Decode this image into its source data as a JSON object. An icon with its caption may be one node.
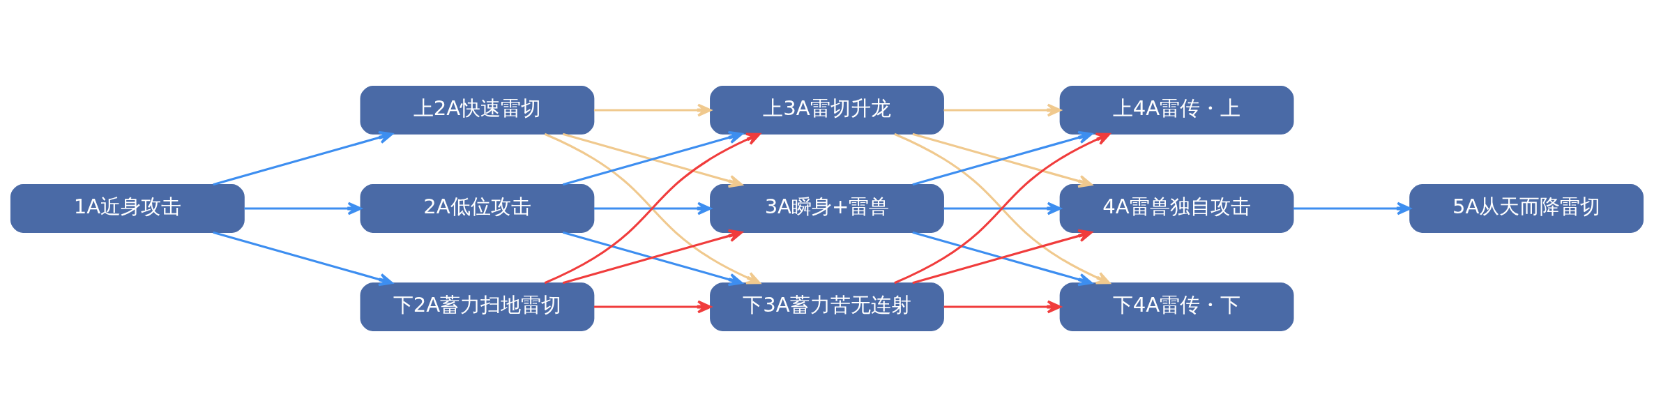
{
  "diagram": {
    "nodes": [
      {
        "text": [
          "1A近身攻击"
        ]
      },
      {
        "text": [
          "上2A快速雷切"
        ]
      },
      {
        "text": [
          "2A低位攻击"
        ]
      },
      {
        "text": [
          "下2A蓄力扫地雷切"
        ]
      },
      {
        "text": [
          "上3A雷切升龙"
        ]
      },
      {
        "text": [
          "3A瞬身+雷兽"
        ]
      },
      {
        "text": [
          "下3A蓄力苦无连射"
        ]
      },
      {
        "text": [
          "上4A雷传・上"
        ]
      },
      {
        "text": [
          "4A雷兽独自攻击"
        ]
      },
      {
        "text": [
          "下4A雷传・下"
        ]
      },
      {
        "text": [
          "5A从天而降雷切"
        ]
      }
    ],
    "edges": [
      {
        "from": 0,
        "to": 1,
        "arrow": "to"
      },
      {
        "from": 0,
        "to": 2,
        "arrow": "to"
      },
      {
        "from": 0,
        "to": 3,
        "arrow": "to"
      },
      {
        "from": 1,
        "to": 4,
        "arrow": "to",
        "color": "#f0c98e"
      },
      {
        "from": 1,
        "to": 5,
        "arrow": "to",
        "color": "#f0c98e"
      },
      {
        "from": 1,
        "to": 6,
        "arrow": "to",
        "color": "#f0c98e"
      },
      {
        "from": 2,
        "to": 4,
        "arrow": "to"
      },
      {
        "from": 2,
        "to": 5,
        "arrow": "to"
      },
      {
        "from": 2,
        "to": 6,
        "arrow": "to"
      },
      {
        "from": 3,
        "to": 4,
        "arrow": "to",
        "color": "#f03c3c"
      },
      {
        "from": 3,
        "to": 5,
        "arrow": "to",
        "color": "#f03c3c"
      },
      {
        "from": 3,
        "to": 6,
        "arrow": "to",
        "color": "#f03c3c"
      },
      {
        "from": 4,
        "to": 7,
        "arrow": "to",
        "color": "#f0c98e"
      },
      {
        "from": 4,
        "to": 8,
        "arrow": "to",
        "color": "#f0c98e"
      },
      {
        "from": 4,
        "to": 9,
        "arrow": "to",
        "color": "#f0c98e"
      },
      {
        "from": 5,
        "to": 7,
        "arrow": "to"
      },
      {
        "from": 5,
        "to": 8,
        "arrow": "to"
      },
      {
        "from": 5,
        "to": 9,
        "arrow": "to"
      },
      {
        "from": 6,
        "to": 7,
        "arrow": "to",
        "color": "#f03c3c"
      },
      {
        "from": 6,
        "to": 8,
        "arrow": "to",
        "color": "#f03c3c"
      },
      {
        "from": 6,
        "to": 9,
        "arrow": "to",
        "color": "#f03c3c"
      },
      {
        "from": 8,
        "to": 10,
        "arrow": "to"
      }
    ]
  }
}
